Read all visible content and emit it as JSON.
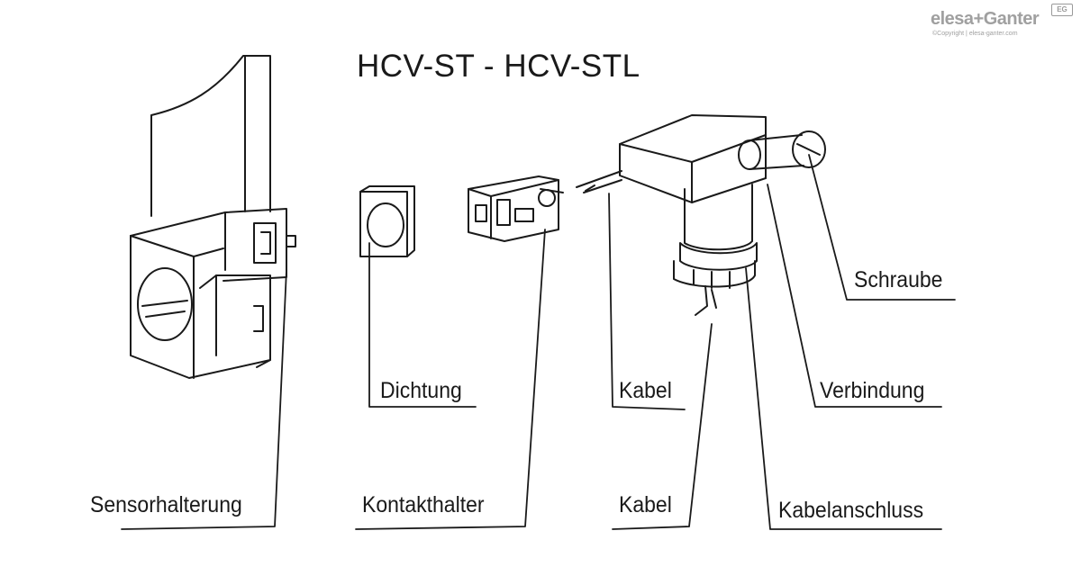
{
  "title": "HCV-ST - HCV-STL",
  "logo": {
    "wordmark": "elesa+Ganter",
    "copyright": "©Copyright | elesa-ganter.com",
    "badge": "EG"
  },
  "labels": {
    "sensorhalterung": "Sensorhalterung",
    "dichtung": "Dichtung",
    "kontakthalter": "Kontakthalter",
    "kabel_1": "Kabel",
    "kabel_2": "Kabel",
    "verbindung": "Verbindung",
    "schraube": "Schraube",
    "kabelanschluss": "Kabelanschluss"
  },
  "colors": {
    "line": "#1a1a1a",
    "logo": "#a0a0a0",
    "background": "#ffffff"
  }
}
